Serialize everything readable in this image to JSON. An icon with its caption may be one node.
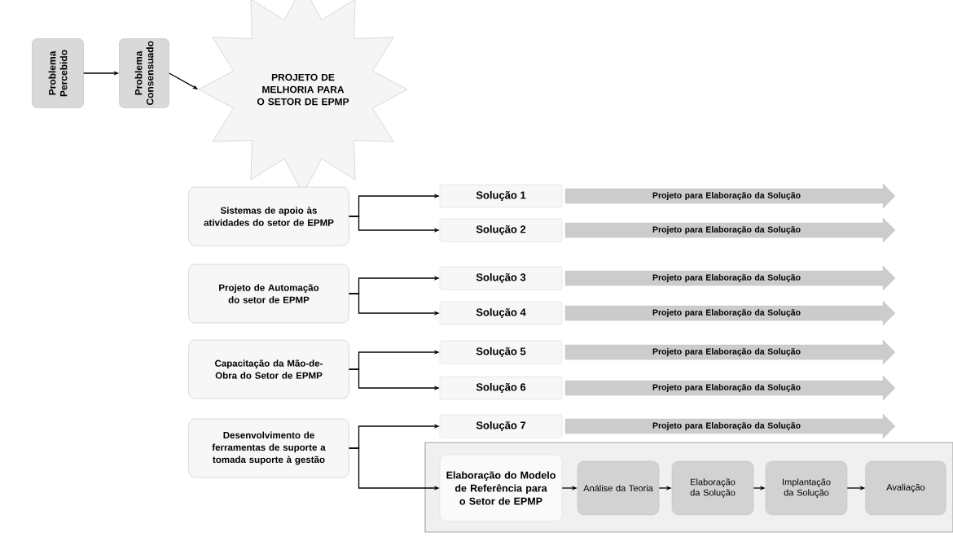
{
  "diagram": {
    "nodes": [
      {
        "text": [
          "Problema Percebido"
        ]
      },
      {
        "text": [
          "Problema Consensuado"
        ]
      },
      {
        "text": [
          "PROJETO DE MELHORIA PARA O SETOR DE EPMP"
        ]
      },
      {
        "text": [
          "Sistemas de apoio às atividades do setor de EPMP"
        ]
      },
      {
        "text": [
          "Projeto de Automação do setor de EPMP"
        ]
      },
      {
        "text": [
          "Capacitação da Mão-de-Obra do Setor de EPMP"
        ]
      },
      {
        "text": [
          "Desenvolvimento de ferramentas de suporte a tomada suporte à gestão"
        ]
      },
      {
        "text": [
          "Solução 1"
        ]
      },
      {
        "text": [
          "Solução 2"
        ]
      },
      {
        "text": [
          "Solução 3"
        ]
      },
      {
        "text": [
          "Solução 4"
        ]
      },
      {
        "text": [
          "Solução 5"
        ]
      },
      {
        "text": [
          "Solução 6"
        ]
      },
      {
        "text": [
          "Solução 7"
        ]
      },
      {
        "text": [
          "Projeto para Elaboração da Solução"
        ]
      },
      {
        "text": [
          "Projeto para Elaboração da Solução"
        ]
      },
      {
        "text": [
          "Projeto para Elaboração da Solução"
        ]
      },
      {
        "text": [
          "Projeto para Elaboração da Solução"
        ]
      },
      {
        "text": [
          "Projeto para Elaboração da Solução"
        ]
      },
      {
        "text": [
          "Projeto para Elaboração da Solução"
        ]
      },
      {
        "text": [
          "Projeto para Elaboração da Solução"
        ]
      },
      {
        "text": [],
        "shape": "box"
      },
      {
        "text": [
          "Elaboração do Modelo de Referência para o Setor de EPMP"
        ],
        "in": 21
      },
      {
        "text": [
          "Análise da Teoria"
        ],
        "in": 21
      },
      {
        "text": [
          "Elaboração da Solução"
        ],
        "in": 21
      },
      {
        "text": [
          "Implantação da Solução"
        ],
        "in": 21
      },
      {
        "text": [
          "Avaliação"
        ],
        "in": 21
      }
    ],
    "edges": [
      {
        "from": 0,
        "to": 1,
        "arrow": "to"
      },
      {
        "from": 1,
        "to": 2,
        "arrow": "to"
      },
      {
        "from": 3,
        "to": 7,
        "arrow": "to"
      },
      {
        "from": 3,
        "to": 8,
        "arrow": "to"
      },
      {
        "from": 4,
        "to": 9,
        "arrow": "to"
      },
      {
        "from": 4,
        "to": 10,
        "arrow": "to"
      },
      {
        "from": 5,
        "to": 11,
        "arrow": "to"
      },
      {
        "from": 5,
        "to": 12,
        "arrow": "to"
      },
      {
        "from": 6,
        "to": 13,
        "arrow": "to"
      },
      {
        "from": 6,
        "to": 22,
        "arrow": "to"
      },
      {
        "from": 22,
        "to": 23,
        "arrow": "to"
      },
      {
        "from": 23,
        "to": 24,
        "arrow": "to"
      },
      {
        "from": 24,
        "to": 25,
        "arrow": "to"
      },
      {
        "from": 25,
        "to": 26,
        "arrow": "to"
      }
    ]
  }
}
